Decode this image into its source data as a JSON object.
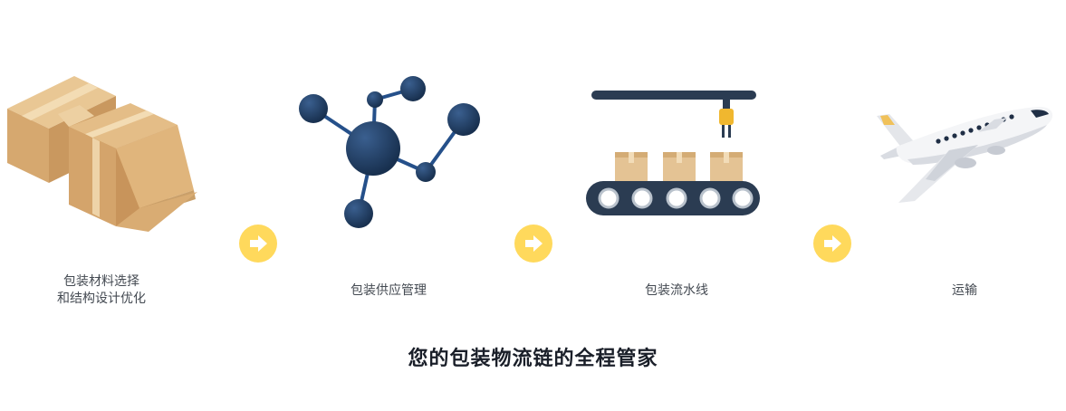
{
  "steps": [
    {
      "label_line1": "包装材料选择",
      "label_line2": "和结构设计优化",
      "icon": "cardboard-boxes-icon"
    },
    {
      "label_line1": "包装供应管理",
      "icon": "network-nodes-icon"
    },
    {
      "label_line1": "包装流水线",
      "icon": "conveyor-belt-icon"
    },
    {
      "label_line1": "运输",
      "icon": "airplane-icon"
    }
  ],
  "connector_icon": "arrow-right-icon",
  "headline": "您的包装物流链的全程管家",
  "colors": {
    "cardboard": "#dcb07d",
    "navy": "#1f3c63",
    "arrow_circle": "#ffd95c",
    "conveyor": "#2b3c52"
  }
}
